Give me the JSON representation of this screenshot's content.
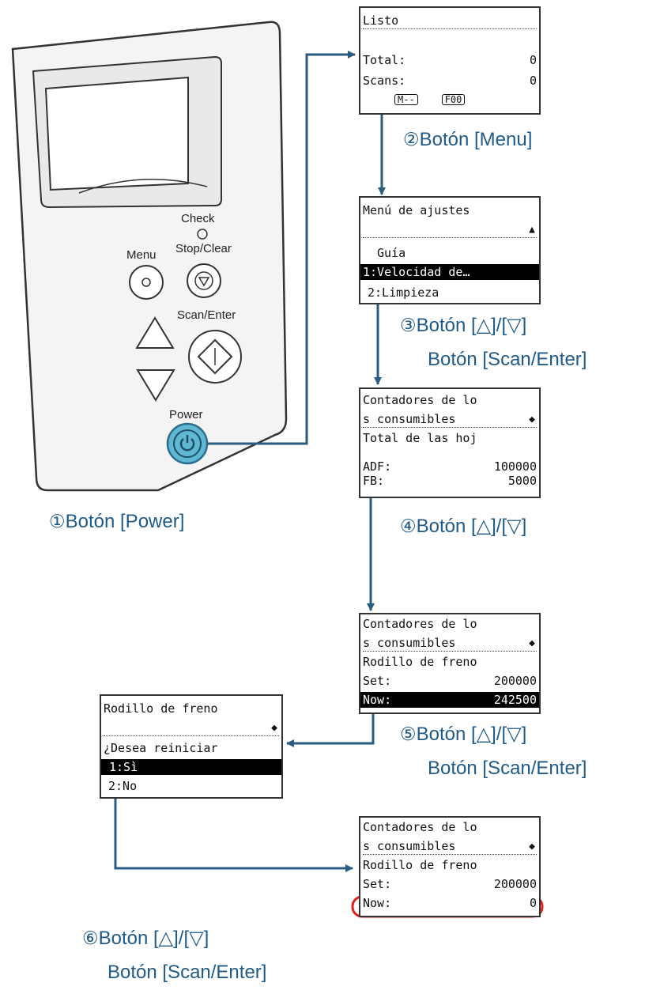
{
  "panel": {
    "check": "Check",
    "menu": "Menu",
    "stop_clear": "Stop/Clear",
    "scan_enter": "Scan/Enter",
    "power": "Power"
  },
  "screens": {
    "ready": {
      "title": "Listo",
      "total_label": "Total:",
      "total_value": "0",
      "scans_label": "Scans:",
      "scans_value": "0",
      "chip1": "M--",
      "chip2": "F00"
    },
    "menu": {
      "title": "Menú de ajustes",
      "item0": "Guía",
      "item1": "1:Velocidad de…",
      "item2": "2:Limpieza"
    },
    "counters": {
      "title1": "Contadores de lo",
      "title2": "s consumibles",
      "line3": "Total de las hoj",
      "adf_label": "ADF:",
      "adf_value": "100000",
      "fb_label": "FB:",
      "fb_value": "5000"
    },
    "brake": {
      "title1": "Contadores de lo",
      "title2": "s consumibles",
      "line3": "Rodillo de freno",
      "set_label": "Set:",
      "set_value": "200000",
      "now_label": "Now:",
      "now_value": "242500"
    },
    "reset": {
      "title": "Rodillo de freno",
      "question": "¿Desea reiniciar",
      "opt1": "1:Sì",
      "opt2": "2:No"
    },
    "result": {
      "title1": "Contadores de lo",
      "title2": "s consumibles",
      "line3": "Rodillo de freno",
      "set_label": "Set:",
      "set_value": "200000",
      "now_label": "Now:",
      "now_value": "0"
    }
  },
  "steps": {
    "s1": {
      "num": "①",
      "text": "Botón [Power]"
    },
    "s2": {
      "num": "②",
      "text": "Botón [Menu]"
    },
    "s3": {
      "num": "③",
      "line1": "Botón [△]/[▽]",
      "line2": "Botón [Scan/Enter]"
    },
    "s4": {
      "num": "④",
      "text": "Botón [△]/[▽]"
    },
    "s5": {
      "num": "⑤",
      "line1": "Botón [△]/[▽]",
      "line2": "Botón [Scan/Enter]"
    },
    "s6": {
      "num": "⑥",
      "line1": "Botón [△]/[▽]",
      "line2": "Botón [Scan/Enter]"
    }
  },
  "colors": {
    "connector": "#2a5b80",
    "highlight_ring": "#e0201c",
    "power_button": "#5fb7d2",
    "step_text": "#1f5a88"
  },
  "icons": {
    "panel_arrow_up": "triangle-up-icon",
    "panel_arrow_down": "triangle-down-icon",
    "stop": "stop-icon",
    "enter": "enter-icon",
    "power": "power-icon",
    "scroll": "scroll-arrows-icon"
  }
}
